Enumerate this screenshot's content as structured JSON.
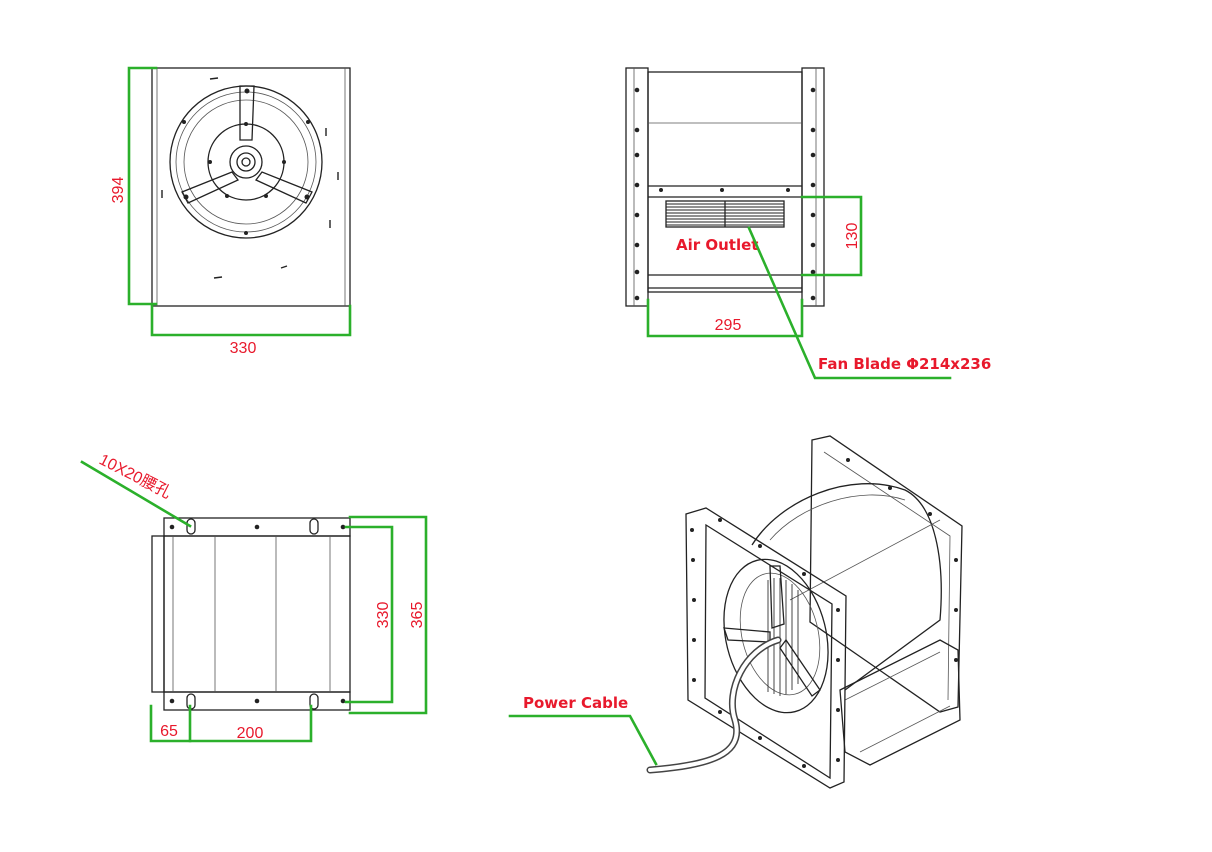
{
  "colors": {
    "dimension_line": "#2bb02b",
    "dimension_text": "#e8192c",
    "outline": "#222222"
  },
  "front_view": {
    "height_label": "394",
    "width_label": "330"
  },
  "side_view": {
    "outlet_height_label": "130",
    "outlet_width_label": "295",
    "air_outlet_label": "Air Outlet",
    "fan_blade_label": "Fan Blade Φ214x236"
  },
  "bottom_view": {
    "slot_label": "10X20腰孔",
    "inner_span_label": "330",
    "outer_span_label": "365",
    "edge_offset_label": "65",
    "slot_pitch_label": "200"
  },
  "iso_view": {
    "power_cable_label": "Power Cable"
  }
}
